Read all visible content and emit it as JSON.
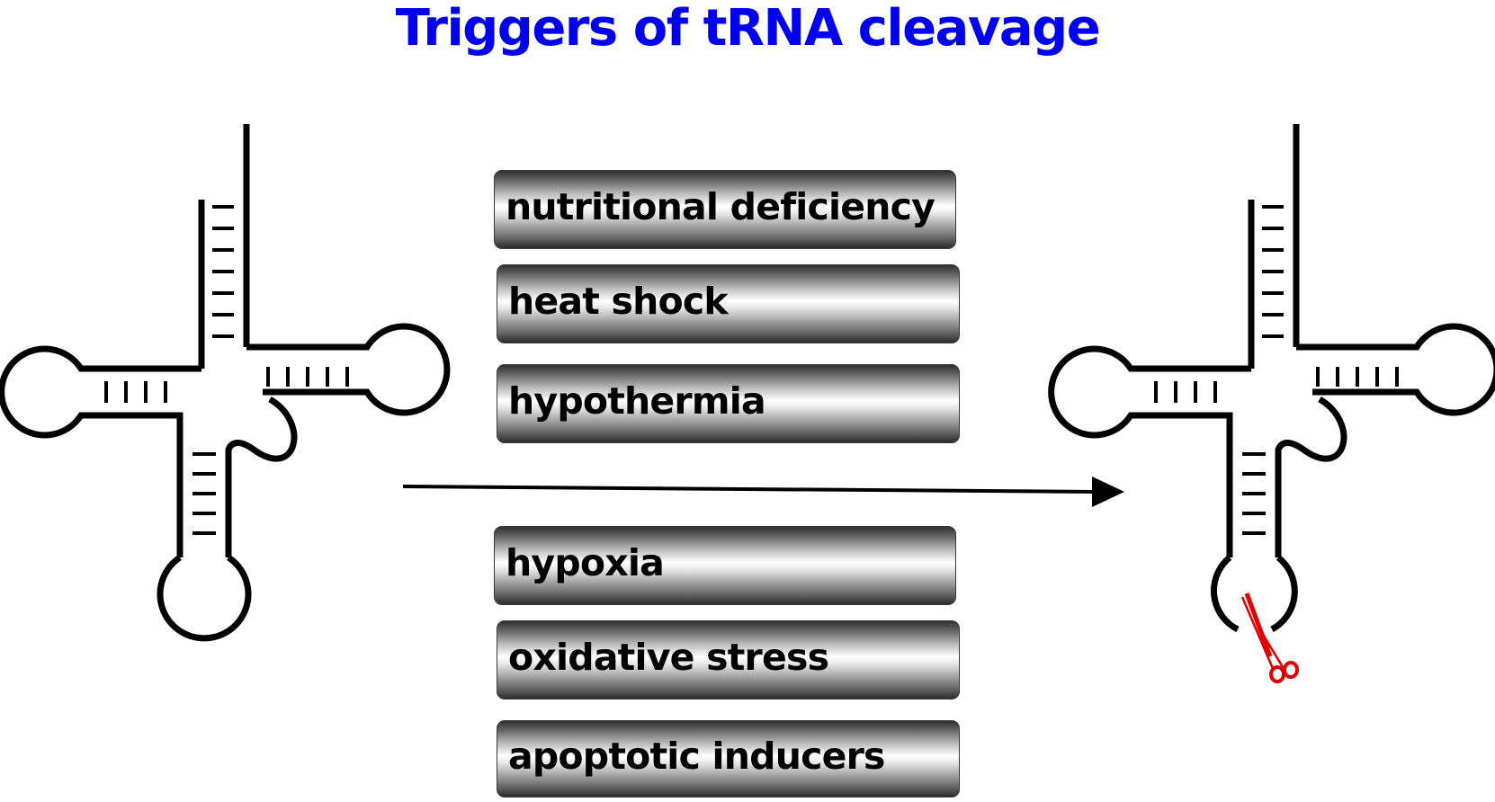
{
  "title": "Triggers of tRNA cleavage",
  "colors": {
    "title": "#0000ee",
    "line": "#000000",
    "scissors": "#e00000"
  },
  "triggers": [
    "nutritional deficiency",
    "heat shock",
    "hypothermia",
    "hypoxia",
    "oxidative stress",
    "apoptotic inducers"
  ],
  "icons": {
    "left": "trna-cloverleaf-icon",
    "right": "cleaved-trna-cloverleaf-icon",
    "arrow": "right-arrow-icon",
    "scissors": "scissors-icon"
  }
}
